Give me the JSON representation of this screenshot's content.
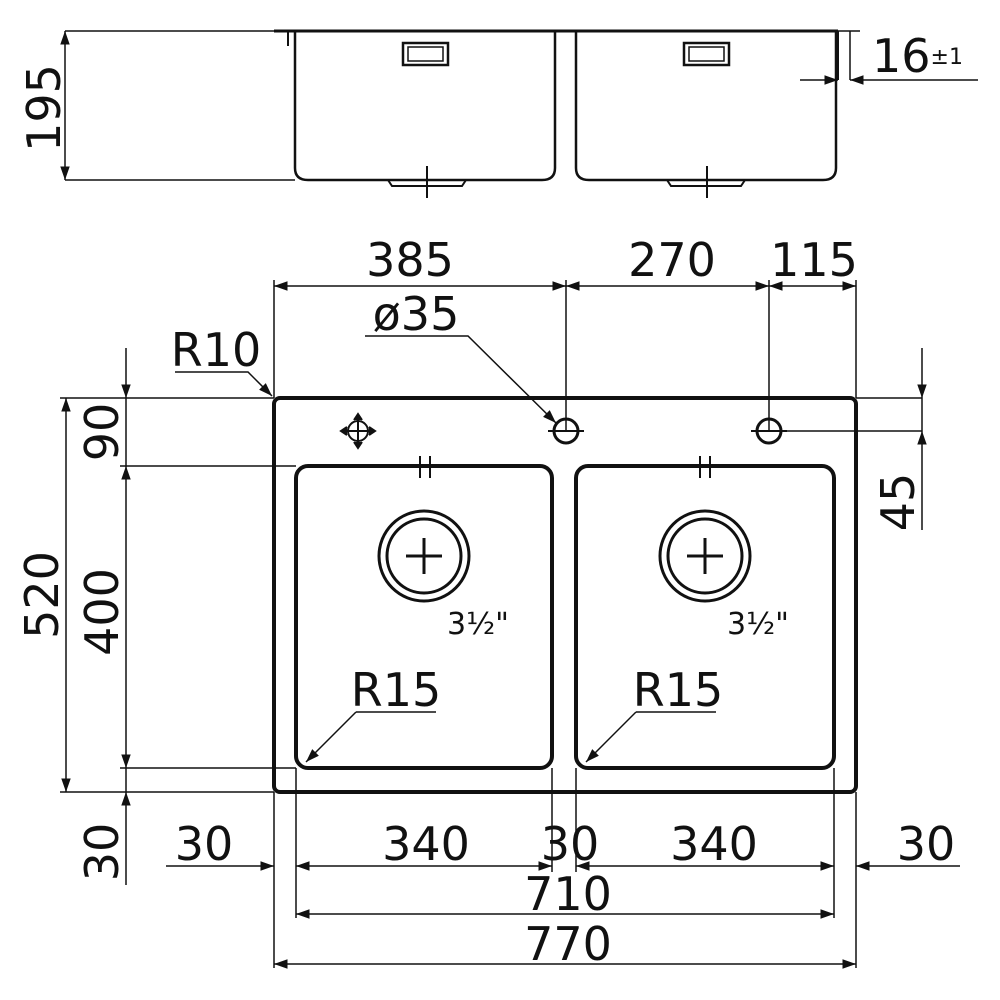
{
  "side_view": {
    "height": "195",
    "flange": "16",
    "flange_tol": "±1"
  },
  "top_view": {
    "dims_top": {
      "a": "385",
      "b": "270",
      "c": "115"
    },
    "hole_diameter": "ø35",
    "corner_radius_outer": "R10",
    "corner_radius_bowl_left": "R15",
    "corner_radius_bowl_right": "R15",
    "waste_left": "3½\"",
    "waste_right": "3½\"",
    "dims_left": {
      "total": "520",
      "front_margin": "90",
      "bowl_depth": "400",
      "back_margin": "30"
    },
    "dim_right": "45",
    "dims_bottom": {
      "margin_left": "30",
      "bowl_left": "340",
      "divider": "30",
      "bowl_right": "340",
      "margin_right": "30",
      "bowls_total": "710",
      "overall": "770"
    }
  }
}
